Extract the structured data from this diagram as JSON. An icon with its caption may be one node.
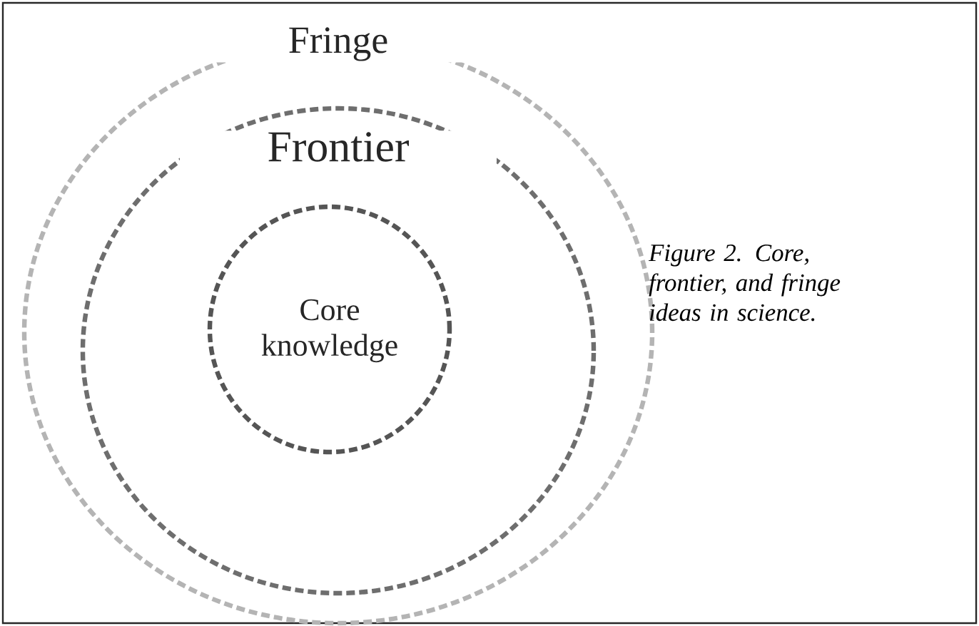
{
  "diagram": {
    "caption": "Figure 2. Core, frontier, and fringe ideas in science.",
    "nodes": [
      {
        "text": [
          "Fringe"
        ]
      },
      {
        "text": [
          "Frontier"
        ],
        "in": 0
      },
      {
        "text": [
          "Core knowledge"
        ],
        "in": 1
      }
    ]
  }
}
